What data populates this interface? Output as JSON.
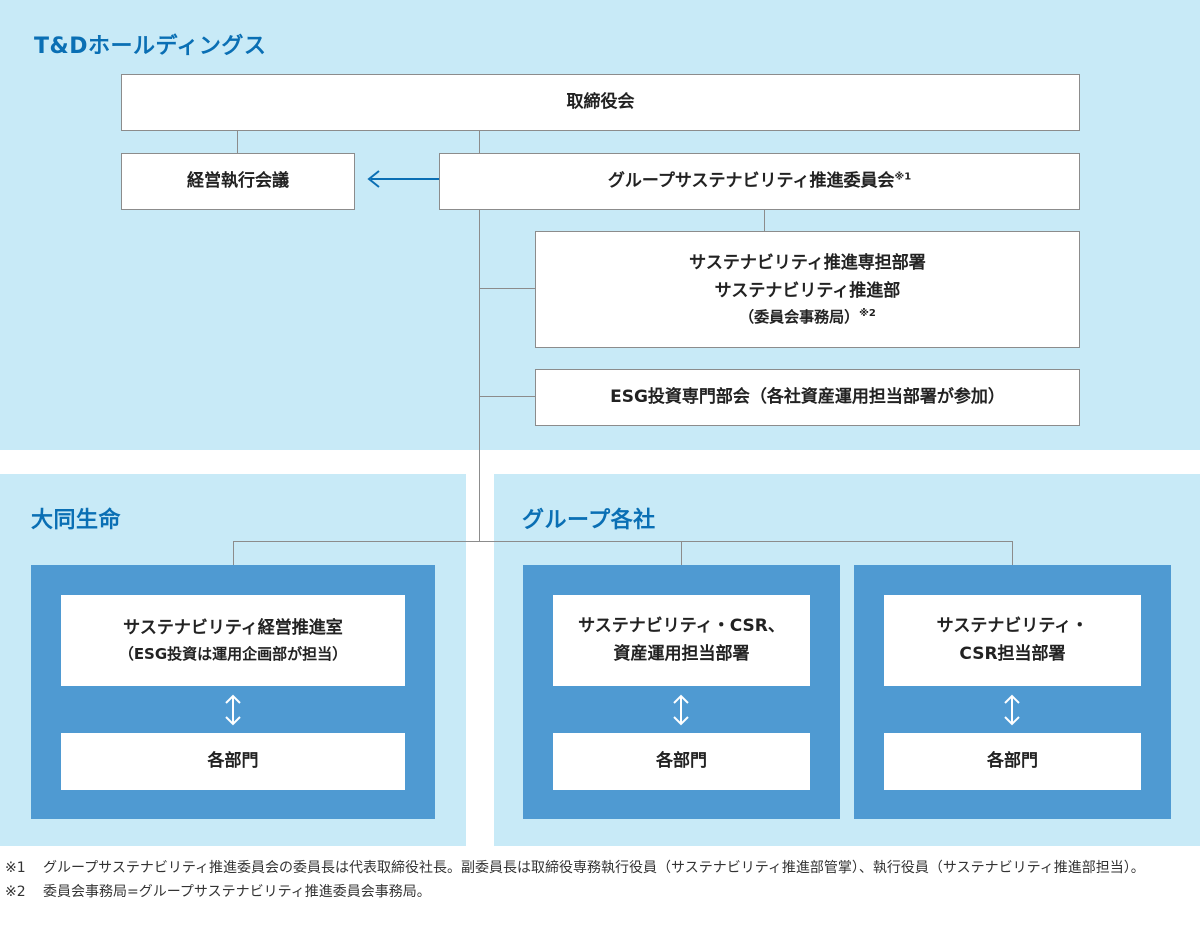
{
  "holdings": {
    "title": "T&Dホールディングス",
    "board": "取締役会",
    "management_meeting": "経営執行会議",
    "group_committee": {
      "label": "グループサステナビリティ推進委員会",
      "note": "※1"
    },
    "dept": {
      "line1": "サステナビリティ推進専担部署",
      "line2": "サステナビリティ推進部",
      "line3": "（委員会事務局）",
      "note": "※2"
    },
    "esg_subcommittee": "ESG投資専門部会（各社資産運用担当部署が参加）"
  },
  "daido": {
    "title": "大同生命",
    "office_line1": "サステナビリティ経営推進室",
    "office_line2": "（ESG投資は運用企画部が担当）",
    "divisions": "各部門"
  },
  "group": {
    "title": "グループ各社",
    "left_line1": "サステナビリティ・CSR、",
    "left_line2": "資産運用担当部署",
    "left_divisions": "各部門",
    "right_line1": "サステナビリティ・",
    "right_line2": "CSR担当部署",
    "right_divisions": "各部門"
  },
  "footnotes": [
    {
      "mark": "※1",
      "text": "グループサステナビリティ推進委員会の委員長は代表取締役社長。副委員長は取締役専務執行役員（サステナビリティ推進部管掌）、執行役員（サステナビリティ推進部担当）。"
    },
    {
      "mark": "※2",
      "text": "委員会事務局=グループサステナビリティ推進委員会事務局。"
    }
  ],
  "colors": {
    "panel": "#c8eaf7",
    "title": "#0a6fb4",
    "company": "#4f9ad2",
    "arrow": "#0a6fb4"
  }
}
